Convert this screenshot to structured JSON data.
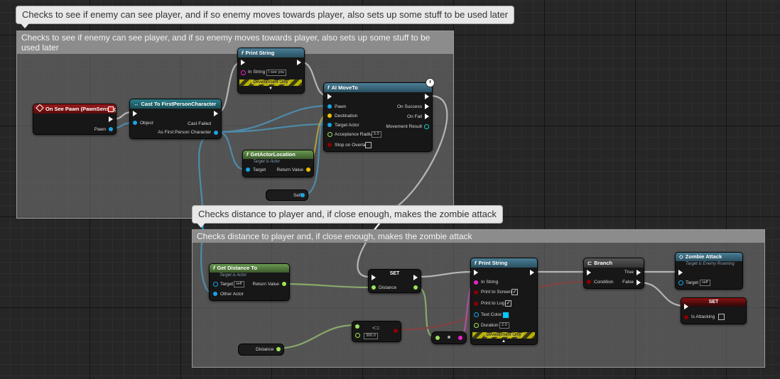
{
  "comments": {
    "top_bubble": "Checks to see if enemy can see player, and if so enemy moves towards player, also sets up some stuff to be used later",
    "top_title": "Checks to see if enemy can see player, and if so enemy moves towards player, also sets up some stuff to be used later",
    "bottom_bubble": "Checks distance to player and, if close enough, makes the zombie attack",
    "bottom_title": "Checks distance to player and, if close enough, makes the zombie attack"
  },
  "nodes": {
    "on_see_pawn": {
      "title": "On See Pawn (PawnSensing)",
      "pawn": "Pawn"
    },
    "cast": {
      "title": "Cast To FirstPersonCharacter",
      "object": "Object",
      "cast_failed": "Cast Failed",
      "as_fpc": "As First Person Character"
    },
    "print1": {
      "title": "Print String",
      "in_string": "In String",
      "in_string_value": "I see you",
      "dev": "Development Only"
    },
    "ai_moveto": {
      "title": "AI MoveTo",
      "pawn": "Pawn",
      "destination": "Destination",
      "target_actor": "Target Actor",
      "accept_radius": "Acceptance Radius",
      "accept_radius_value": "5.0",
      "stop_on_overlap": "Stop on Overlap",
      "on_success": "On Success",
      "on_fail": "On Fail",
      "movement_result": "Movement Result"
    },
    "get_actor_location": {
      "title": "GetActorLocation",
      "subtitle": "Target is Actor",
      "target": "Target",
      "return_value": "Return Value"
    },
    "self_ref": {
      "label": "Self"
    },
    "get_distance": {
      "title": "Get Distance To",
      "subtitle": "Target is Actor",
      "target": "Target",
      "target_value": "self",
      "other_actor": "Other Actor",
      "return_value": "Return Value"
    },
    "set_distance": {
      "title": "SET",
      "distance": "Distance"
    },
    "compare": {
      "symbol": "<=",
      "value": "300.0"
    },
    "distance_get": {
      "label": "Distance"
    },
    "print2": {
      "title": "Print String",
      "in_string": "In String",
      "print_screen": "Print to Screen",
      "print_log": "Print to Log",
      "text_color": "Text Color",
      "duration": "Duration",
      "duration_value": "2.0",
      "dev": "Development Only"
    },
    "branch": {
      "title": "Branch",
      "condition": "Condition",
      "true": "True",
      "false": "False"
    },
    "zombie_attack": {
      "title": "Zombie Attack",
      "subtitle": "Target is Enemy Roaming",
      "target": "Target",
      "target_value": "self"
    },
    "set_attacking": {
      "title": "SET",
      "is_attacking": "Is Attacking"
    }
  },
  "colors": {
    "exec": "#ffffff",
    "object": "#1aa3e6",
    "vector": "#f0c000",
    "float": "#9ee35a",
    "bool": "#8c0000",
    "string": "#f020c8",
    "struct": "#1ec8c8",
    "event_header": "#8a1010",
    "function_header": "#3e6f86",
    "macro_header": "#4a4a4a"
  },
  "icons": [
    "event-icon",
    "function-icon",
    "cast-icon",
    "branch-icon",
    "clock-icon"
  ]
}
